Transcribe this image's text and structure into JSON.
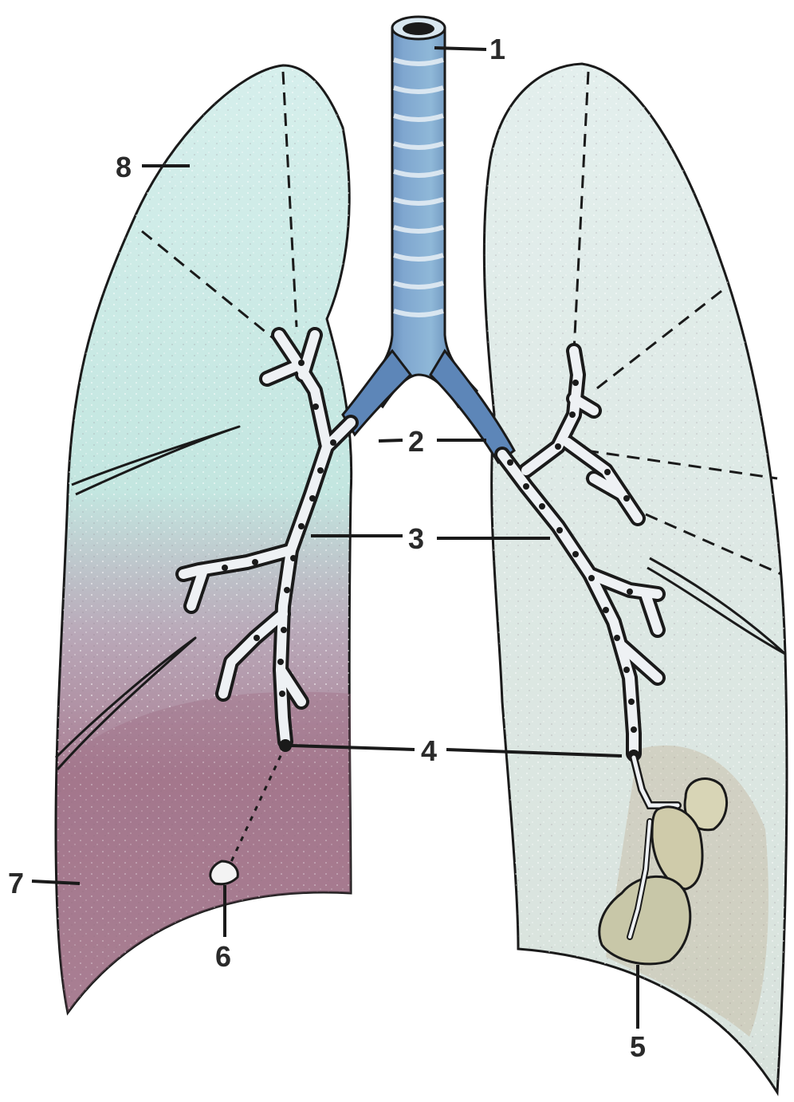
{
  "colors": {
    "upper_lobe": "#c9ece8",
    "lower_lobe": "#a9768a",
    "right_lung": "#dce9e6",
    "trachea": "#5d86b8",
    "trachea_dark": "#2f4f86",
    "alveoli": "#c8c7a8",
    "outline": "#1a1a1a"
  },
  "labels": [
    {
      "id": "1",
      "text": "1"
    },
    {
      "id": "2",
      "text": "2"
    },
    {
      "id": "3",
      "text": "3"
    },
    {
      "id": "4",
      "text": "4"
    },
    {
      "id": "5",
      "text": "5"
    },
    {
      "id": "6",
      "text": "6"
    },
    {
      "id": "7",
      "text": "7"
    },
    {
      "id": "8",
      "text": "8"
    }
  ]
}
